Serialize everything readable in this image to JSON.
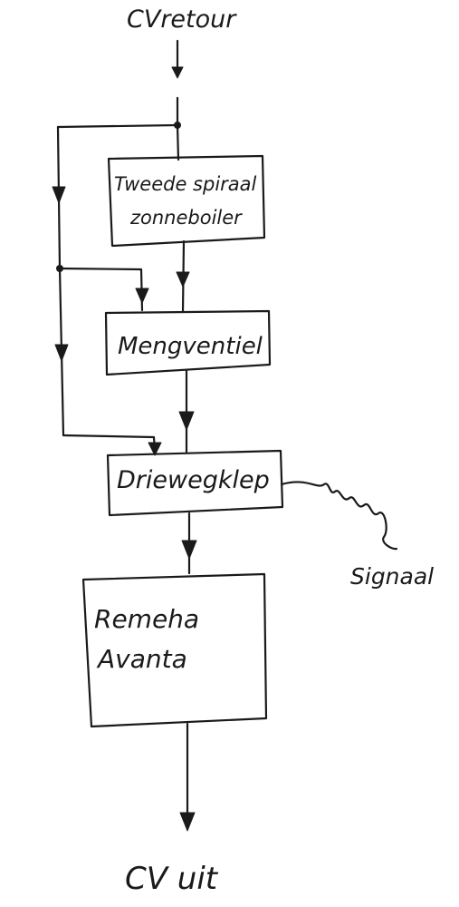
{
  "diagram": {
    "input_label": "CVretour",
    "output_label": "CV uit",
    "signal_label": "Signaal",
    "boxes": {
      "solar_coil_line1": "Tweede spiraal",
      "solar_coil_line2": "zonneboiler",
      "mixing_valve": "Mengventiel",
      "three_way_valve": "Driewegklep",
      "boiler_line1": "Remeha",
      "boiler_line2": "Avanta"
    }
  }
}
